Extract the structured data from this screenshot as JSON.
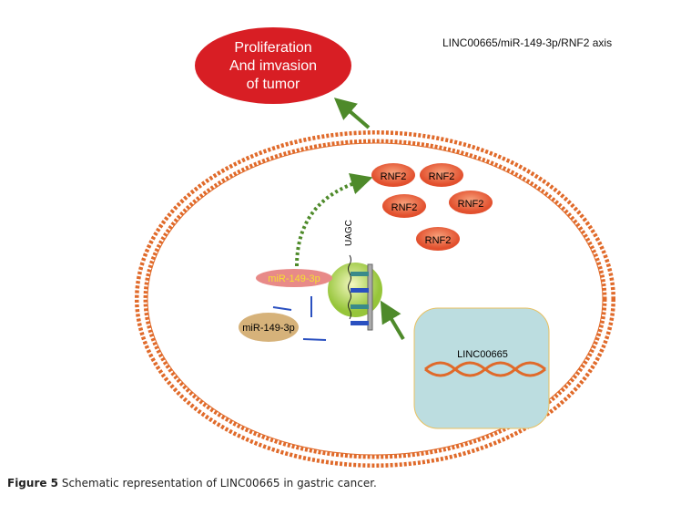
{
  "title": "LINC00665/miR-149-3p/RNF2 axis",
  "outcome": {
    "line1": "Proliferation",
    "line2": "And imvasion",
    "line3": "of tumor"
  },
  "rnf2": [
    "RNF2",
    "RNF2",
    "RNF2",
    "RNF2",
    "RNF2"
  ],
  "mirna_bound": "miR-149-3p",
  "mirna_free": "miR-149-3p",
  "sequence": "UAGC",
  "lncrna": "LINC00665",
  "caption": {
    "label": "Figure 5",
    "text": " Schematic representation of LINC00665 in gastric cancer."
  },
  "colors": {
    "membrane": "#e06a2a",
    "outcome": "#d81e24",
    "rnf2": "#e8603c",
    "arrow": "#4e8a2a",
    "nucleus": "#bcdde0",
    "complex": "#a8cf3c"
  }
}
